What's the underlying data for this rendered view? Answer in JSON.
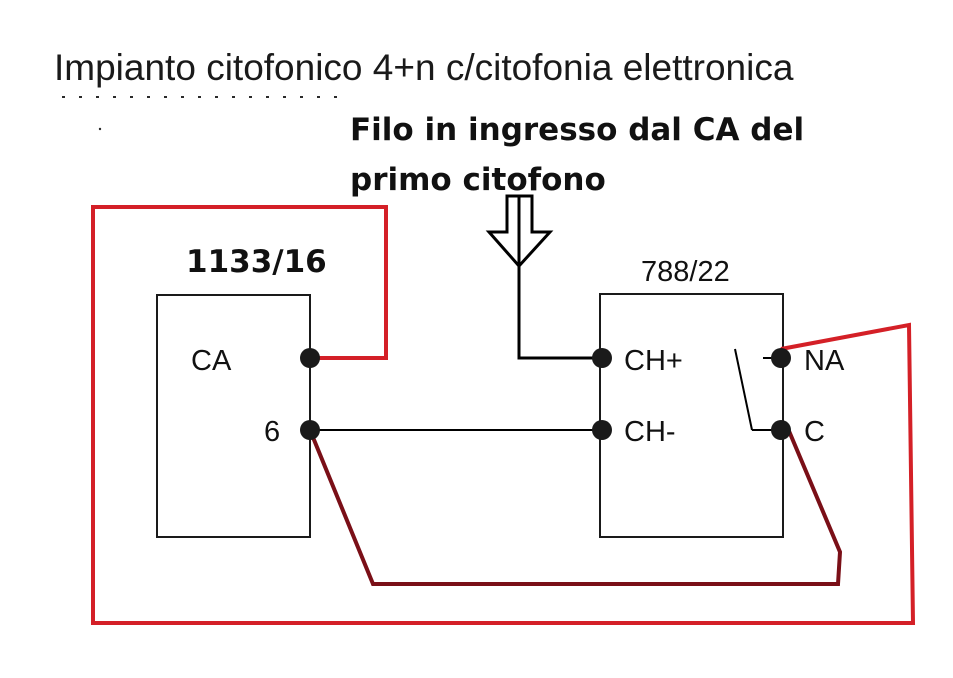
{
  "title": "Impianto citofonico 4+n c/citofonia elettronica",
  "annotation": {
    "line1": "Filo in ingresso dal CA del",
    "line2": "primo citofono"
  },
  "device_left": {
    "model": "1133/16",
    "terminals": [
      "CA",
      "6"
    ]
  },
  "device_right": {
    "model": "788/22",
    "terminals": [
      "CH+",
      "CH-",
      "NA",
      "C"
    ]
  },
  "colors": {
    "red_wire": "#d42027",
    "dark_red_wire": "#7a0f17",
    "black_wire": "#000000",
    "box_stroke": "#1a1a1a"
  },
  "icons": {
    "input_arrow": "down-arrow-icon"
  }
}
